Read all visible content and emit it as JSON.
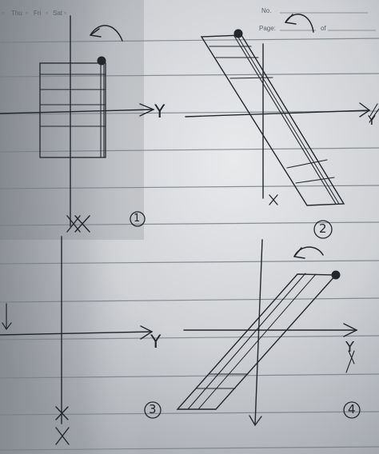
{
  "header": {
    "days": [
      "Thu",
      "Fri",
      "Sat"
    ],
    "no_label": "No.",
    "page_label": "Page:",
    "of_label": "of"
  },
  "sketches": [
    {
      "number": "1",
      "axis_y": "Y",
      "axis_x": "X"
    },
    {
      "number": "2",
      "axis_y": "Y",
      "axis_x": "X"
    },
    {
      "number": "3",
      "axis_y": "Y",
      "axis_x": "X"
    },
    {
      "number": "4",
      "axis_y": "Y",
      "axis_x": "X"
    }
  ],
  "colors": {
    "paper_light": "#e7e8eb",
    "paper_shadow": "#8c9097",
    "ruled_line": "#7a7f88",
    "pencil": "#23262b"
  }
}
